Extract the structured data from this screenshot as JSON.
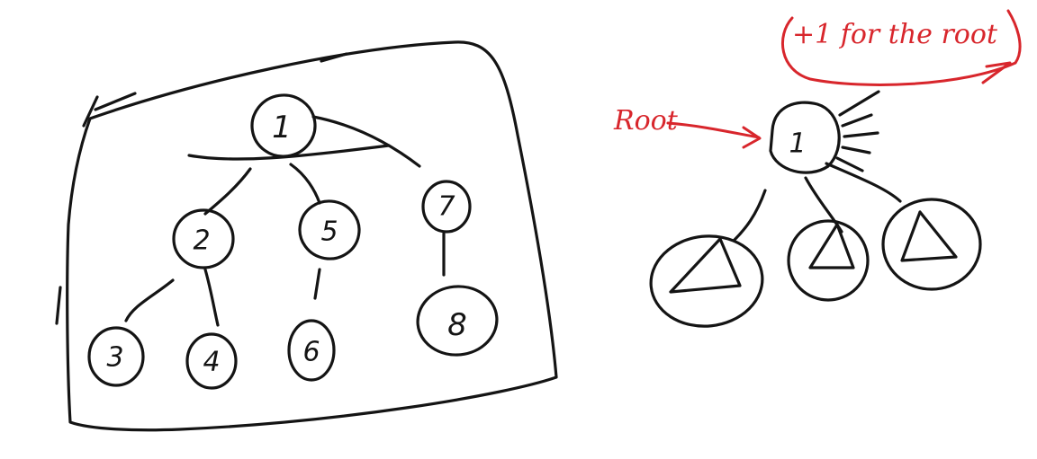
{
  "left_tree": {
    "nodes": [
      {
        "id": "n1",
        "label": "1"
      },
      {
        "id": "n2",
        "label": "2"
      },
      {
        "id": "n5",
        "label": "5"
      },
      {
        "id": "n7",
        "label": "7"
      },
      {
        "id": "n3",
        "label": "3"
      },
      {
        "id": "n4",
        "label": "4"
      },
      {
        "id": "n6",
        "label": "6"
      },
      {
        "id": "n8",
        "label": "8"
      }
    ]
  },
  "right_tree": {
    "root_label": "1",
    "pointer_text": "Root",
    "note_text": "+1 for the root"
  },
  "colors": {
    "ink": "#141414",
    "accent_red": "#d8262c"
  }
}
